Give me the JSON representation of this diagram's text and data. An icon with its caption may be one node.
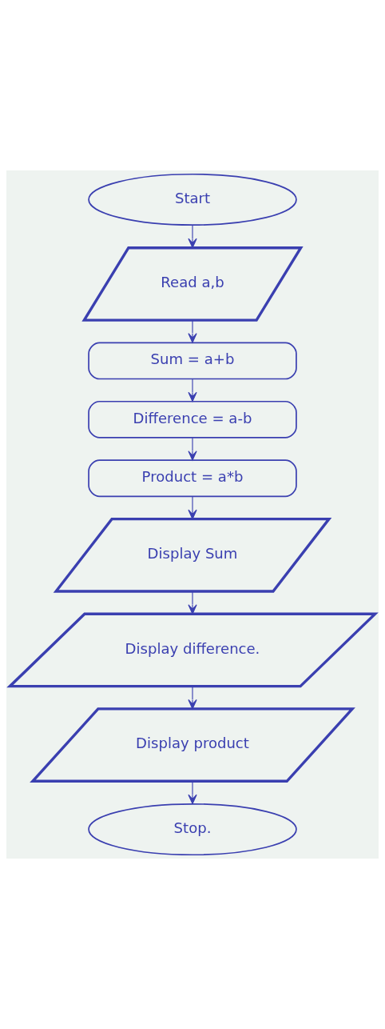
{
  "diagram": {
    "nodes": [
      {
        "text": [
          "Start"
        ]
      },
      {
        "text": [
          "Read a,b"
        ]
      },
      {
        "text": [
          "Sum = a+b"
        ]
      },
      {
        "text": [
          "Difference = a-b"
        ]
      },
      {
        "text": [
          "Product = a*b"
        ]
      },
      {
        "text": [
          "Display Sum"
        ]
      },
      {
        "text": [
          "Display difference."
        ]
      },
      {
        "text": [
          "Display product"
        ]
      },
      {
        "text": [
          "Stop."
        ]
      }
    ],
    "edges": [
      {
        "from": 0,
        "to": 1,
        "arrow": "to"
      },
      {
        "from": 1,
        "to": 2,
        "arrow": "to"
      },
      {
        "from": 2,
        "to": 3,
        "arrow": "to"
      },
      {
        "from": 3,
        "to": 4,
        "arrow": "to"
      },
      {
        "from": 4,
        "to": 5,
        "arrow": "to"
      },
      {
        "from": 5,
        "to": 6,
        "arrow": "to"
      },
      {
        "from": 6,
        "to": 7,
        "arrow": "to"
      },
      {
        "from": 7,
        "to": 8,
        "arrow": "to"
      }
    ]
  }
}
